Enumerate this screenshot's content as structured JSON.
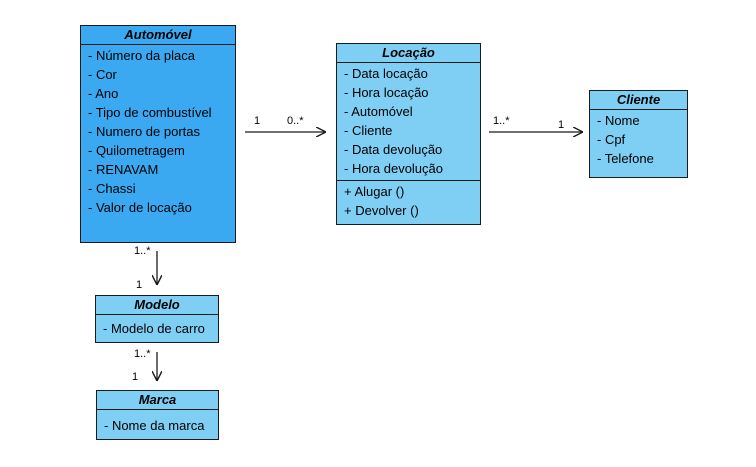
{
  "classes": {
    "automovel": {
      "name": "Automóvel",
      "fill": "#3aa9f2",
      "attributes": [
        "- Número da placa",
        "- Cor",
        "- Ano",
        "- Tipo de combustível",
        "- Numero de portas",
        "- Quilometragem",
        "- RENAVAM",
        "- Chassi",
        "- Valor de locação"
      ]
    },
    "locacao": {
      "name": "Locação",
      "fill": "#7fcff5",
      "attributes": [
        "- Data locação",
        "- Hora locação",
        "- Automóvel",
        "- Cliente",
        "- Data devolução",
        "- Hora devolução"
      ],
      "operations": [
        "+ Alugar ()",
        "+ Devolver ()"
      ]
    },
    "cliente": {
      "name": "Cliente",
      "fill": "#7fcff5",
      "attributes": [
        "- Nome",
        "- Cpf",
        "- Telefone"
      ]
    },
    "modelo": {
      "name": "Modelo",
      "fill": "#7fcff5",
      "attributes": [
        "- Modelo de carro"
      ]
    },
    "marca": {
      "name": "Marca",
      "fill": "#7fcff5",
      "attributes": [
        "- Nome da marca"
      ]
    }
  },
  "associations": {
    "automovel_locacao": {
      "source_mult": "1",
      "target_mult": "0..*"
    },
    "locacao_cliente": {
      "source_mult": "1..*",
      "target_mult": "1"
    },
    "automovel_modelo": {
      "source_mult": "1..*",
      "target_mult": "1"
    },
    "modelo_marca": {
      "source_mult": "1..*",
      "target_mult": "1"
    }
  },
  "colors": {
    "stroke": "#1b1b1b"
  }
}
